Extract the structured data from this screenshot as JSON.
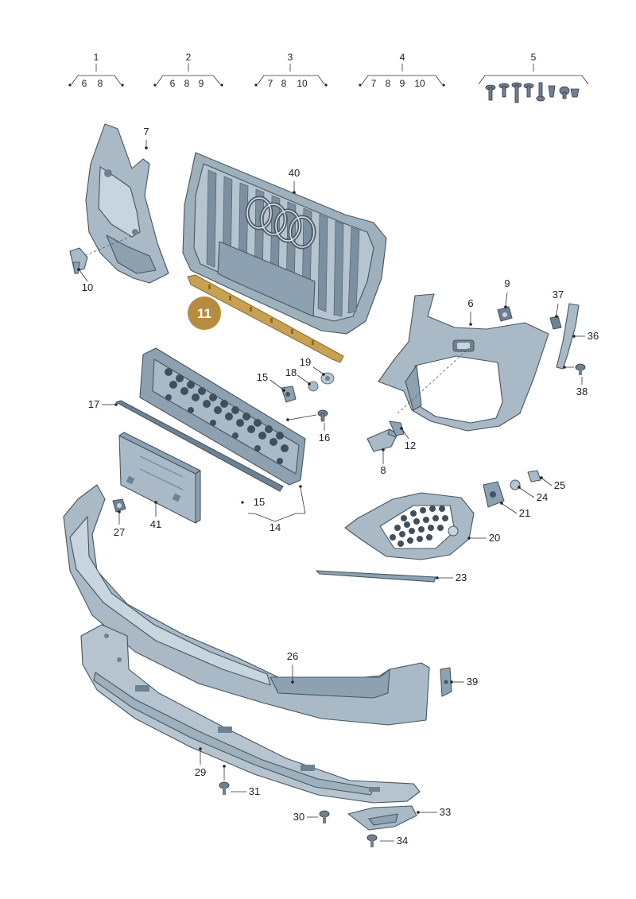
{
  "colors": {
    "part_fill": "#a9b9c6",
    "part_light": "#c9d5de",
    "part_dark": "#6d8191",
    "highlight": "#c8a052",
    "highlight_badge": "#b88c3f"
  },
  "groups": [
    {
      "number": "1",
      "members": [
        "6",
        "8"
      ]
    },
    {
      "number": "2",
      "members": [
        "6",
        "8",
        "9"
      ]
    },
    {
      "number": "3",
      "members": [
        "7",
        "8",
        "10"
      ]
    },
    {
      "number": "4",
      "members": [
        "7",
        "8",
        "9",
        "10"
      ]
    },
    {
      "number": "5",
      "members": []
    }
  ],
  "highlighted_part": "11",
  "callouts": {
    "p6": "6",
    "p7": "7",
    "p8": "8",
    "p9": "9",
    "p10": "10",
    "p12": "12",
    "p14": "14",
    "p15a": "15",
    "p15b": "15",
    "p16": "16",
    "p17": "17",
    "p18": "18",
    "p19": "19",
    "p20": "20",
    "p21": "21",
    "p23": "23",
    "p24": "24",
    "p25": "25",
    "p26": "26",
    "p27": "27",
    "p29": "29",
    "p30": "30",
    "p31": "31",
    "p33": "33",
    "p34": "34",
    "p36": "36",
    "p37": "37",
    "p38": "38",
    "p39": "39",
    "p40": "40",
    "p41": "41"
  }
}
